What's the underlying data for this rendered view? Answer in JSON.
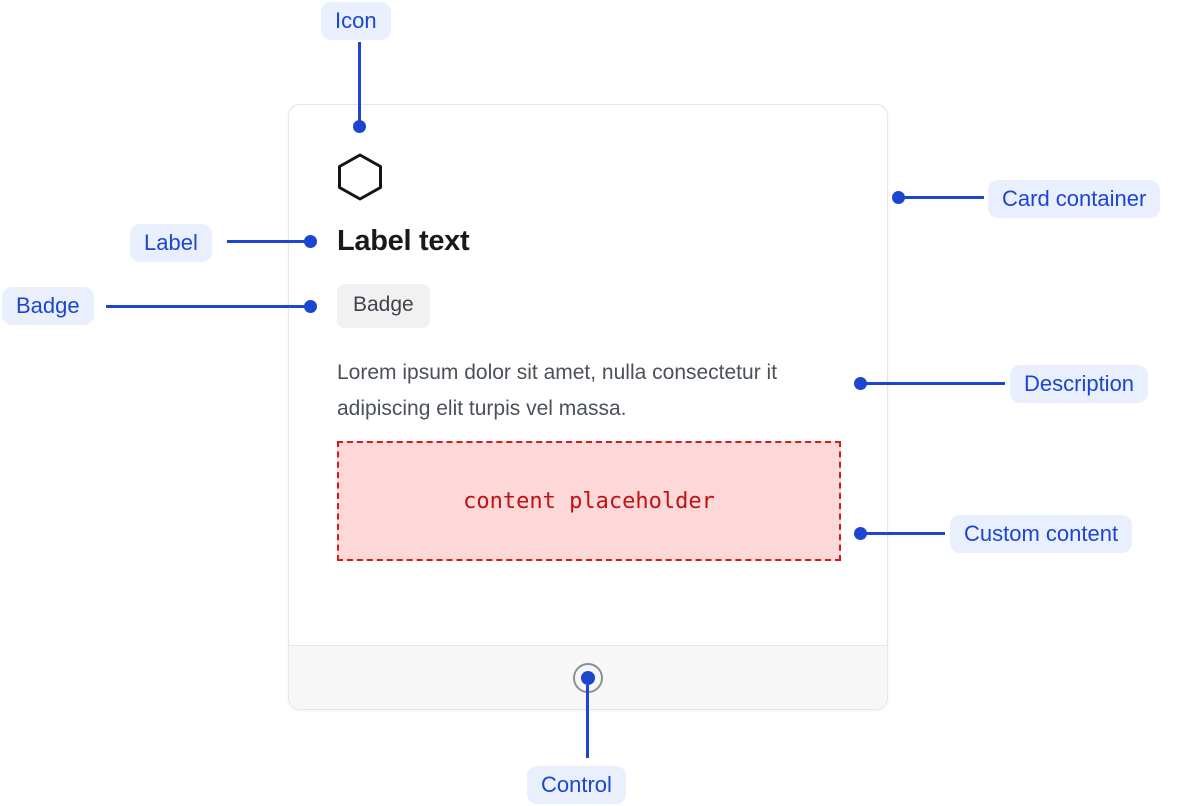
{
  "card": {
    "icon": "hexagon-icon",
    "label_text": "Label text",
    "badge_text": "Badge",
    "description": "Lorem ipsum dolor sit amet, nulla consectetur it adipiscing elit turpis vel massa.",
    "placeholder_text": "content placeholder"
  },
  "annotations": {
    "icon": "Icon",
    "label": "Label",
    "badge": "Badge",
    "card_container": "Card container",
    "description": "Description",
    "custom_content": "Custom content",
    "control": "Control"
  },
  "colors": {
    "accent-blue": "#1c46cf",
    "pill-bg": "#e9effc",
    "card-border": "#e6e6e8",
    "footer-bg": "#f7f7f8",
    "badge-bg": "#f1f1f2",
    "badge-text": "#3f444c",
    "heading-text": "#17191c",
    "desc-text": "#4b5158",
    "placeholder-bg": "#fcd8d8",
    "placeholder-border": "#d21c1c",
    "placeholder-text": "#c01212",
    "control-ring": "#8a8f99",
    "icon-stroke": "#111418"
  }
}
